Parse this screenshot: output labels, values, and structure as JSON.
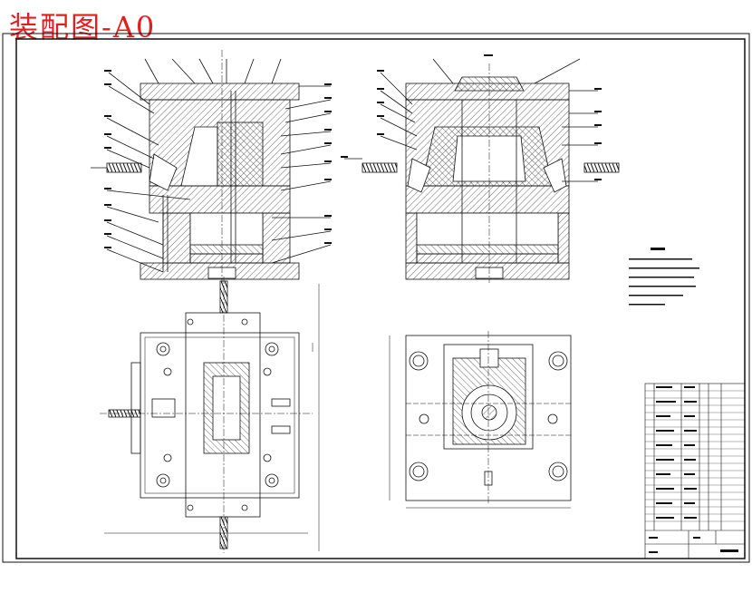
{
  "title": "装配图-A0",
  "title_color": "#e02020",
  "drawing": {
    "line_color": "#111111",
    "hatch_color": "#333333",
    "views": [
      "front-section-left",
      "front-section-right",
      "top-view-left",
      "top-view-right"
    ],
    "technical_requirements_heading": "技术要求",
    "title_block": "assembly-title-block"
  }
}
